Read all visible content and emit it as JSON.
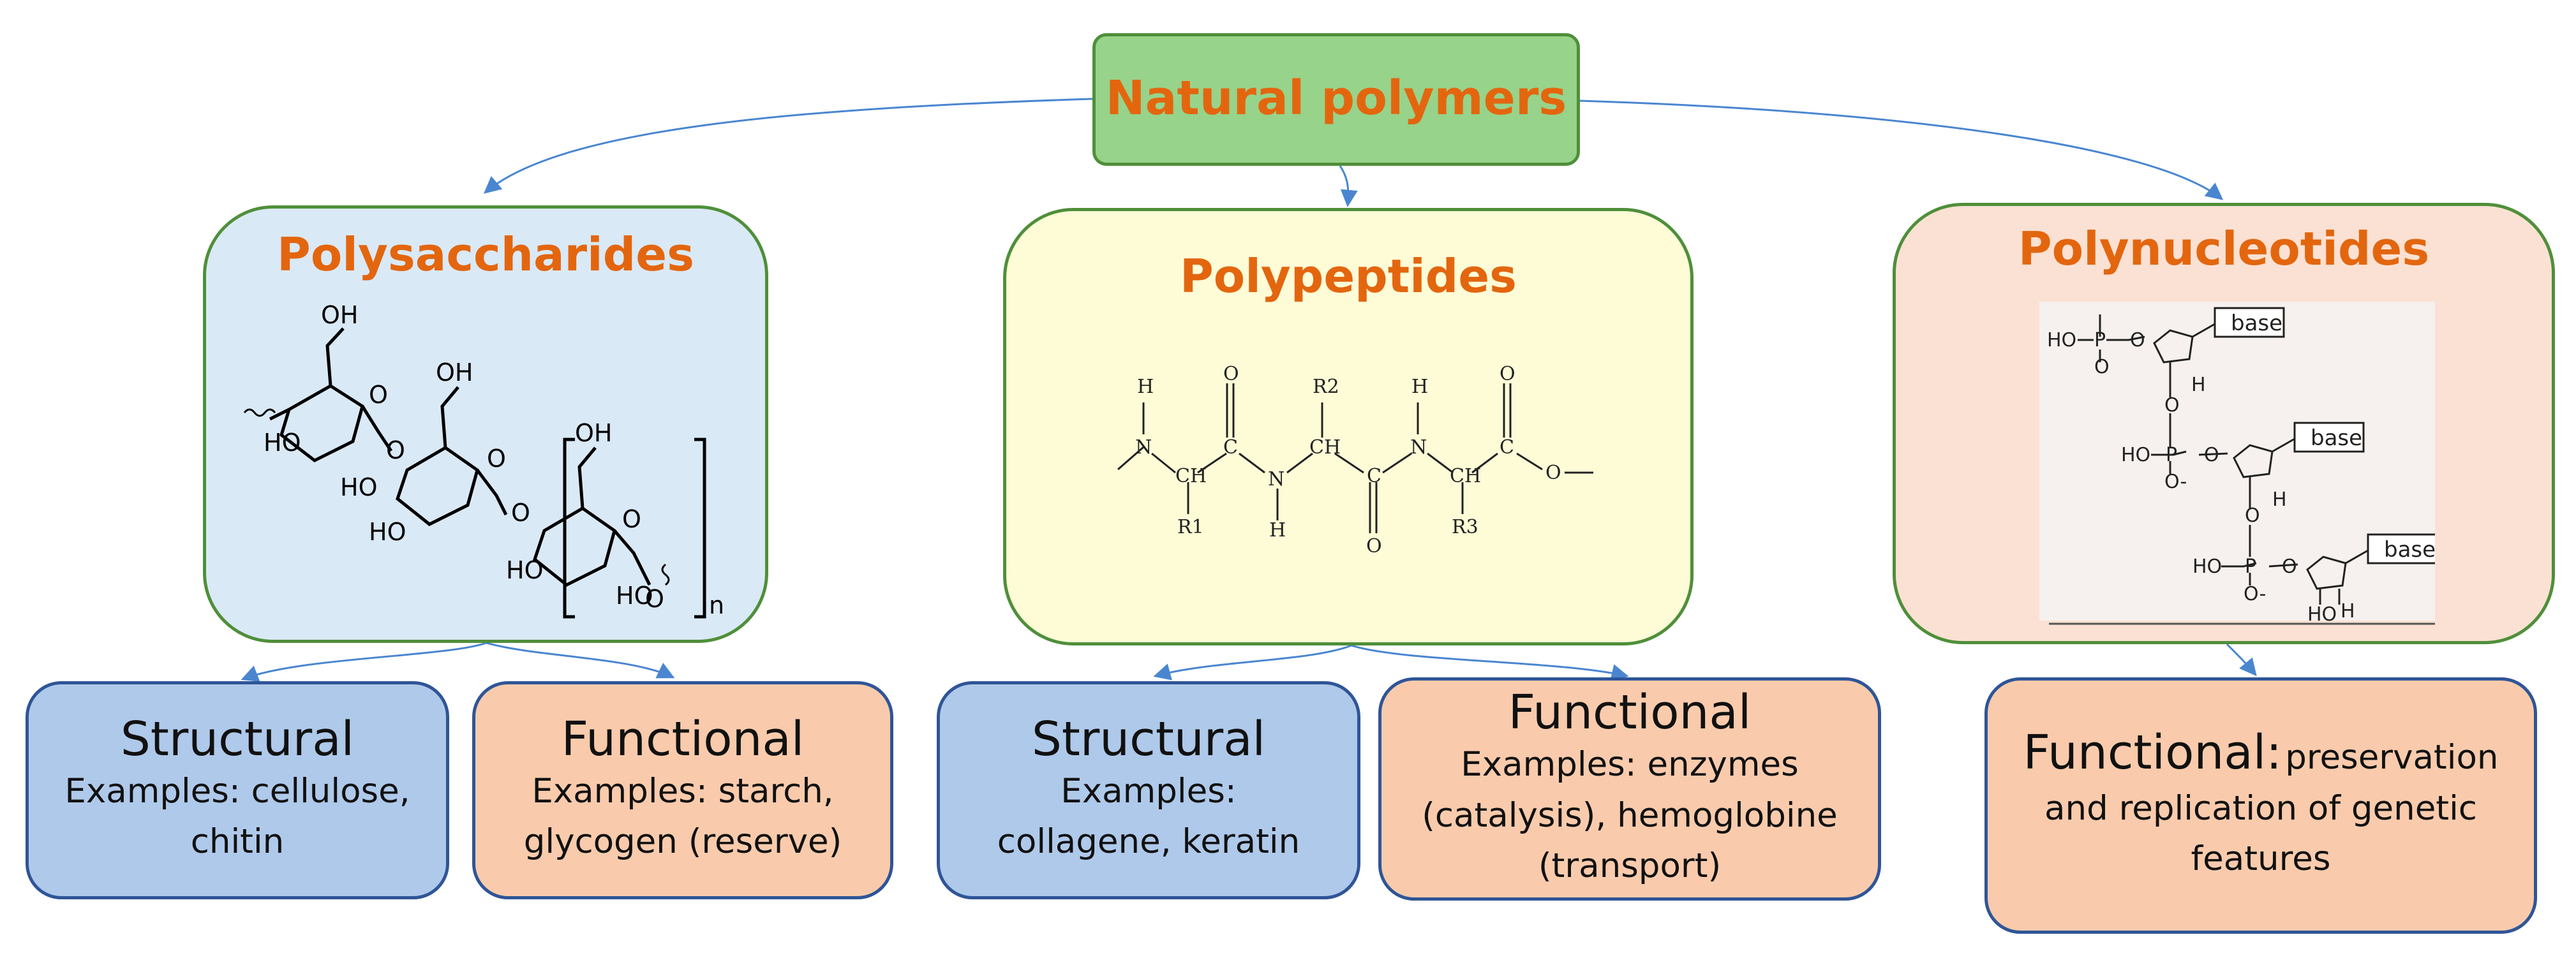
{
  "root": {
    "title": "Natural polymers"
  },
  "categories": [
    {
      "title": "Polysaccharides"
    },
    {
      "title": "Polypeptides"
    },
    {
      "title": "Polynucleotides"
    }
  ],
  "polysaccharide_structure": {
    "labels": [
      "OH",
      "HO",
      "HO",
      "O",
      "OH",
      "O",
      "HO",
      "O",
      "OH",
      "O",
      "HO",
      "O",
      "HO",
      "O",
      "n"
    ]
  },
  "polypeptide_structure": {
    "labels": [
      "H",
      "N",
      "CH",
      "R1",
      "O",
      "C",
      "N",
      "H",
      "R2",
      "CH",
      "C",
      "O",
      "H",
      "N",
      "CH",
      "R3",
      "O",
      "C",
      "O"
    ]
  },
  "polynucleotide_structure": {
    "base_label": "base",
    "labels": [
      "HO",
      "P",
      "O",
      "O",
      "O",
      "H",
      "H",
      "O",
      "HO",
      "H"
    ]
  },
  "leaves": [
    {
      "head": "Structural",
      "text": "Examples: cellulose, chitin"
    },
    {
      "head": "Functional",
      "text": "Examples: starch, glycogen (reserve)"
    },
    {
      "head": "Structural",
      "text": "Examples: collagene, keratin"
    },
    {
      "head": "Functional",
      "text": "Examples: enzymes (catalysis), hemoglobine (transport)"
    },
    {
      "head": "Functional:",
      "text": "preservation and replication of genetic features"
    }
  ],
  "colors": {
    "root_fill": "#97d38a",
    "green_border": "#4f8f3a",
    "title_orange": "#e3660f",
    "blue_box": "#dae9f6",
    "yellow_box": "#fdfcd7",
    "peach_box": "#fbe1d3",
    "leaf_blue": "#afc9ea",
    "leaf_peach": "#f9cbac",
    "leaf_border": "#2f5597",
    "arrow": "#4a86d0"
  }
}
